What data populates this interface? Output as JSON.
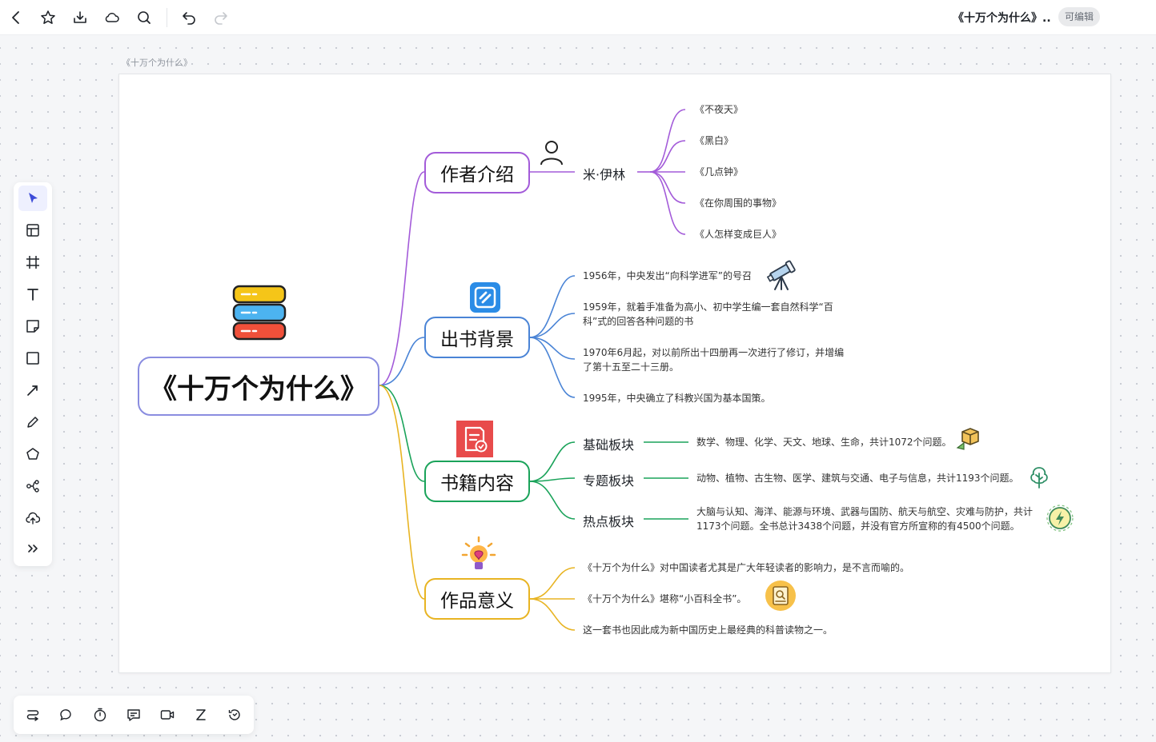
{
  "topbar": {
    "title": "《十万个为什么》...",
    "badge": "可编辑",
    "icons": [
      "back-icon",
      "star-icon",
      "download-icon",
      "cloud-icon",
      "search-icon",
      "undo-icon",
      "redo-icon"
    ]
  },
  "frame": {
    "label": "《十万个为什么》"
  },
  "colors": {
    "root": "#8a8de0",
    "author": "#a35bd9",
    "background": "#4a84d6",
    "content": "#1aa35a",
    "significance": "#e8b422"
  },
  "mindmap": {
    "root": "《十万个为什么》",
    "author": {
      "label": "作者介绍",
      "person": "米·伊林",
      "works": [
        "《不夜天》",
        "《黑白》",
        "《几点钟》",
        "《在你周围的事物》",
        "《人怎样变成巨人》"
      ]
    },
    "background": {
      "label": "出书背景",
      "items": [
        "1956年，中央发出“向科学进军”的号召",
        "1959年，就着手准备为高小、初中学生编一套自然科学“百科”式的回答各种问题的书",
        "1970年6月起，对以前所出十四册再一次进行了修订，并增编了第十五至二十三册。",
        "1995年，中央确立了科教兴国为基本国策。"
      ]
    },
    "content": {
      "label": "书籍内容",
      "sections": [
        {
          "name": "基础板块",
          "detail": "数学、物理、化学、天文、地球、生命，共计1072个问题。"
        },
        {
          "name": "专题板块",
          "detail": "动物、植物、古生物、医学、建筑与交通、电子与信息，共计1193个问题。"
        },
        {
          "name": "热点板块",
          "detail": "大脑与认知、海洋、能源与环境、武器与国防、航天与航空、灾难与防护，共计1173个问题。全书总计3438个问题，并没有官方所宣称的有4500个问题。"
        }
      ]
    },
    "significance": {
      "label": "作品意义",
      "items": [
        "《十万个为什么》对中国读者尤其是广大年轻读者的影响力，是不言而喻的。",
        "《十万个为什么》堪称“小百科全书”。",
        "这一套书也因此成为新中国历史上最经典的科普读物之一。"
      ]
    }
  },
  "left_toolbar": [
    "select-icon",
    "template-icon",
    "frame-icon",
    "text-icon",
    "sticky-note-icon",
    "rectangle-icon",
    "line-icon",
    "pen-icon",
    "shape-icon",
    "mindmap-icon",
    "upload-icon",
    "more-icon"
  ],
  "bottom_toolbar": [
    "flow-icon",
    "comment-icon",
    "timer-icon",
    "chat-icon",
    "video-icon",
    "sleep-icon",
    "history-icon"
  ]
}
